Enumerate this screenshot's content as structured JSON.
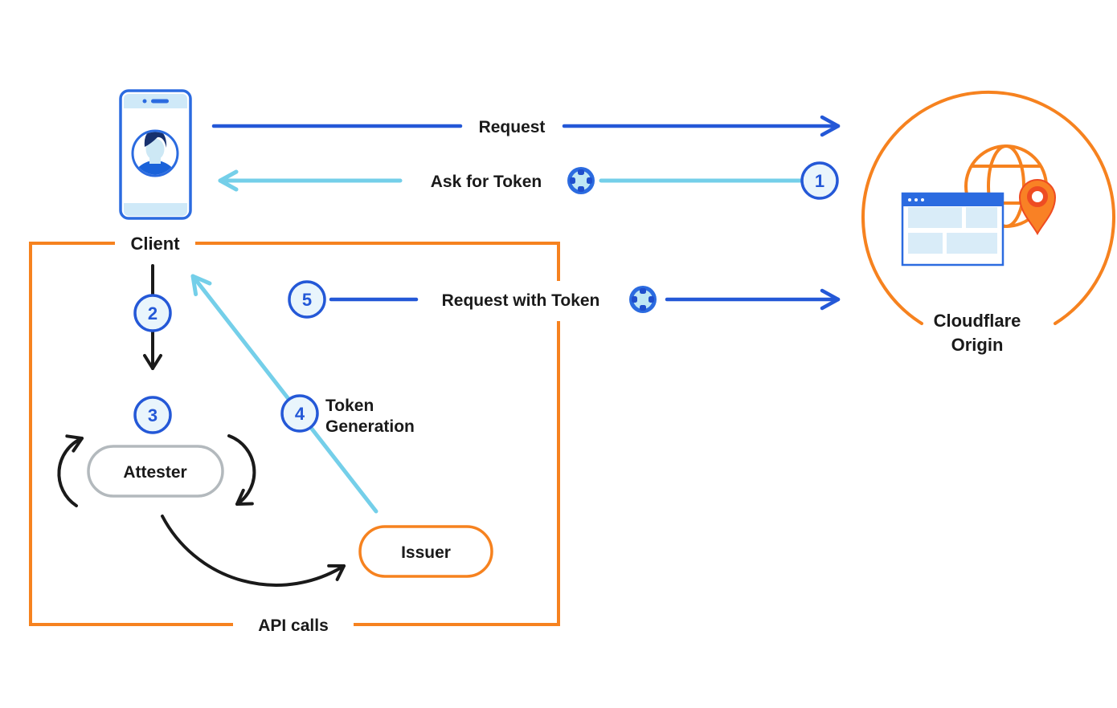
{
  "title": "Privacy Pass token flow diagram",
  "colors": {
    "blue": "#2458d7",
    "bright_blue": "#2b6be0",
    "light_blue": "#74cfe9",
    "orange": "#f6821f",
    "gray": "#b3b9bd",
    "ink": "#1a1a1a",
    "badge_fill": "#e9f5fc",
    "pale_blue": "#cfe9f8",
    "panel_blue": "#d9ecf8",
    "avatar_navy": "#16306e",
    "avatar_skin": "#cde8f5",
    "avatar_shirt": "#1a62d9",
    "token_inner": "#bfe6f4",
    "token_notch": "#1f4ecc",
    "pin_orange": "#f98125",
    "pin_red": "#ee4c22"
  },
  "nodes": {
    "client": {
      "label": "Client"
    },
    "origin": {
      "line1": "Cloudflare",
      "line2": "Origin"
    },
    "attester": {
      "label": "Attester"
    },
    "issuer": {
      "label": "Issuer"
    }
  },
  "flows": {
    "request": "Request",
    "ask_for_token": "Ask for Token",
    "request_with_token": "Request with Token",
    "token_generation_line1": "Token",
    "token_generation_line2": "Generation",
    "api_calls": "API calls"
  },
  "steps": {
    "one": "1",
    "two": "2",
    "three": "3",
    "four": "4",
    "five": "5"
  }
}
